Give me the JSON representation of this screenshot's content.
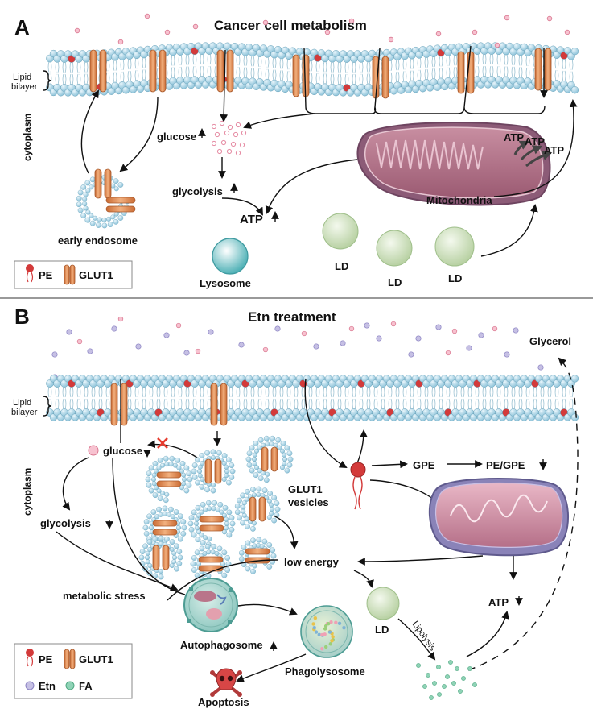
{
  "panel_a": {
    "letter": "A",
    "title": "Cancer cell metabolism",
    "lipid_bilayer": [
      "Lipid",
      "bilayer"
    ],
    "cytoplasm": "cytoplasm",
    "glucose": "glucose",
    "glycolysis": "glycolysis",
    "atp_main": "ATP",
    "atp_small": [
      "ATP",
      "ATP",
      "ATP"
    ],
    "mitochondria": "Mitochondria",
    "early_endosome": "early endosome",
    "lysosome": "Lysosome",
    "ld": [
      "LD",
      "LD",
      "LD"
    ],
    "legend": {
      "pe": "PE",
      "glut1": "GLUT1"
    }
  },
  "panel_b": {
    "letter": "B",
    "title": "Etn treatment",
    "glycerol": "Glycerol",
    "lipid_bilayer": [
      "Lipid",
      "bilayer"
    ],
    "cytoplasm": "cytoplasm",
    "glucose": "glucose",
    "glut1_vesicles": [
      "GLUT1",
      "vesicles"
    ],
    "gpe": "GPE",
    "pe_gpe": "PE/GPE",
    "glycolysis": "glycolysis",
    "low_energy": "low energy",
    "metabolic_stress": "metabolic stress",
    "ld": "LD",
    "lipolysis": "Lipolysis",
    "atp": "ATP",
    "autophagosome": "Autophagosome",
    "phagolysosome": "Phagolysosome",
    "apoptosis": "Apoptosis",
    "legend": {
      "pe": "PE",
      "glut1": "GLUT1",
      "etn": "Etn",
      "fa": "FA"
    }
  },
  "colors": {
    "membrane_head": "#a9d3e6",
    "glut1": "#e7945a",
    "pe_head": "#d33a3a",
    "mitochondria": "#b9758a",
    "ld": "#c9dcb7",
    "lysosome": "#7cc4c9",
    "etn": "#c6c0e4",
    "fa": "#8fd3b6",
    "glucose_dot": "#f2a3b8"
  }
}
